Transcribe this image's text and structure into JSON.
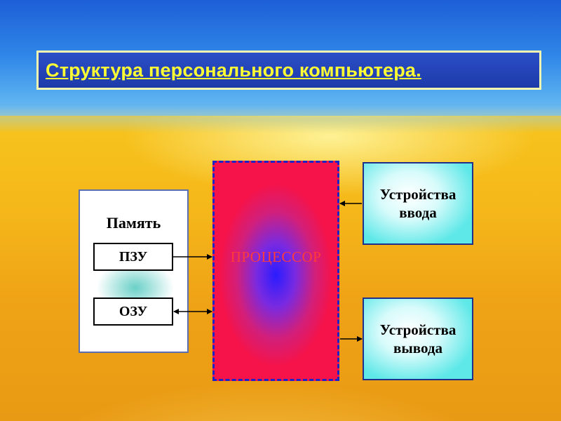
{
  "slide": {
    "title": "Структура персонального компьютера."
  },
  "diagram": {
    "memory": {
      "label": "Память",
      "rom": "ПЗУ",
      "ram": "ОЗУ"
    },
    "processor": "ПРОЦЕССОР",
    "input_devices": [
      "Устройства",
      "ввода"
    ],
    "output_devices": [
      "Устройства",
      "вывода"
    ]
  },
  "colors": {
    "title_text": "#ffff33",
    "title_bg": "#1f3fb5",
    "processor_border": "#1a22c8",
    "processor_label": "#ff3a3a",
    "device_fill": "#5fe8e8"
  }
}
